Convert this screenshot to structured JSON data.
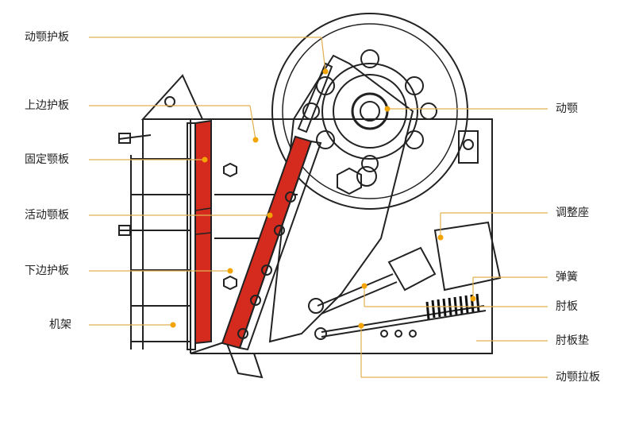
{
  "labels": {
    "movable_jaw_guard": "动颚护板",
    "upper_side_guard": "上边护板",
    "fixed_jaw_plate": "固定颚板",
    "movable_jaw_plate": "活动颚板",
    "lower_side_guard": "下边护板",
    "frame": "机架",
    "movable_jaw": "动颚",
    "adjust_seat": "调整座",
    "spring": "弹簧",
    "toggle_plate": "肘板",
    "toggle_pad": "肘板垫",
    "jaw_pull_rod": "动颚拉板"
  },
  "colors": {
    "jaw_plate": "#d42b1e",
    "leader_line": "#e0b050",
    "dot": "#f3a400",
    "outline": "#222222"
  }
}
